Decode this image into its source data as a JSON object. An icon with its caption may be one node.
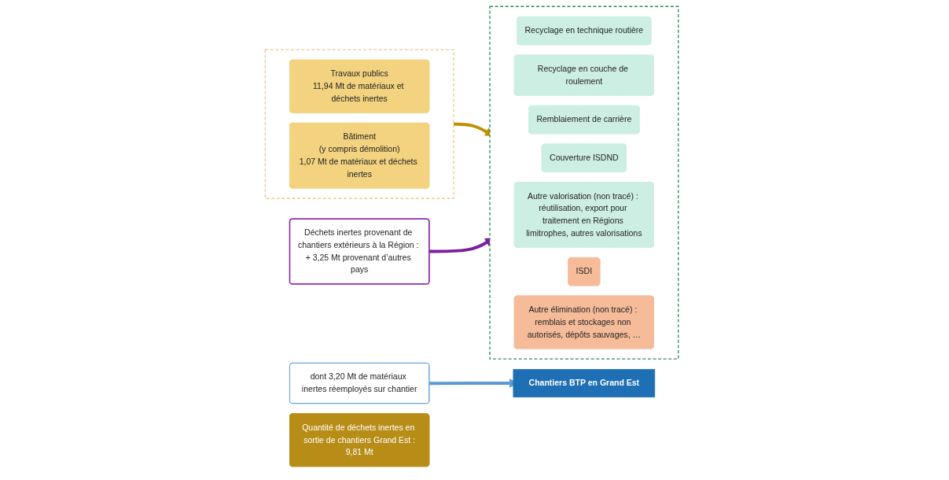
{
  "diagram": {
    "nodes": [
      {
        "text": [
          "Chantiers BTP en Grand Est"
        ]
      },
      {
        "text": [
          "dont 3,20 Mt de matériaux inertes réemployés sur chantier"
        ]
      },
      {
        "text": [],
        "shape": "box"
      },
      {
        "text": [
          "Travaux publics",
          "11,94 Mt de matériaux et déchets inertes"
        ],
        "in": 2
      },
      {
        "text": [
          "Bâtiment",
          "(y compris démolition)",
          "1,07 Mt de matériaux et déchets inertes"
        ],
        "in": 2
      },
      {
        "text": [
          "Déchets inertes provenant de chantiers extérieurs à la Région : + 3,25 Mt provenant d’autres pays"
        ]
      },
      {
        "text": [
          "Quantité de déchets inertes en sortie de chantiers Grand Est :",
          "9,81 Mt"
        ]
      },
      {
        "text": [],
        "shape": "box"
      },
      {
        "text": [
          "Recyclage en technique routière"
        ],
        "in": 7
      },
      {
        "text": [
          "Recyclage en couche de roulement"
        ],
        "in": 7
      },
      {
        "text": [
          "Remblaiement de carrière"
        ],
        "in": 7
      },
      {
        "text": [
          "Couverture ISDND"
        ],
        "in": 7
      },
      {
        "text": [
          "Autre valorisation (non tracé) : réutilisation, export pour traitement en Régions limitrophes, autres valorisations"
        ],
        "in": 7
      },
      {
        "text": [
          "ISDI"
        ],
        "in": 7
      },
      {
        "text": [
          "Autre élimination (non tracé) : remblais et stockages non autorisés, dépôts sauvages, …"
        ],
        "in": 7
      }
    ],
    "edges": [
      {
        "from": 1,
        "to": 0,
        "arrow": "to",
        "color": "#5b9bd5"
      },
      {
        "from": 2,
        "to": 7,
        "arrow": "to",
        "color": "#bf9000"
      },
      {
        "from": 5,
        "to": 7,
        "arrow": "to",
        "color": "#7b1fa2"
      }
    ]
  }
}
